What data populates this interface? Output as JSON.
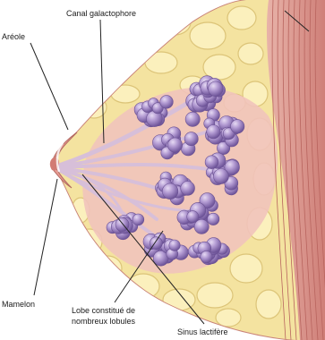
{
  "labels": {
    "canal": "Canal galactophore",
    "areole": "Aréole",
    "mamelon": "Mamelon",
    "lobe_line1": "Lobe constitué de",
    "lobe_line2": "nombreux lobules",
    "sinus": "Sinus lactifère"
  },
  "colors": {
    "skin": "#f2b9ad",
    "skin_edge": "#c98378",
    "fat": "#f4e3a0",
    "fat_edge": "#d8c06a",
    "tissue": "#f0c6c0",
    "lobule": "#a88dc8",
    "lobule_dark": "#7e63a8",
    "duct": "#d9c3dc",
    "muscle": "#d98f88",
    "muscle_line": "#b8645e",
    "leader": "#222222"
  }
}
